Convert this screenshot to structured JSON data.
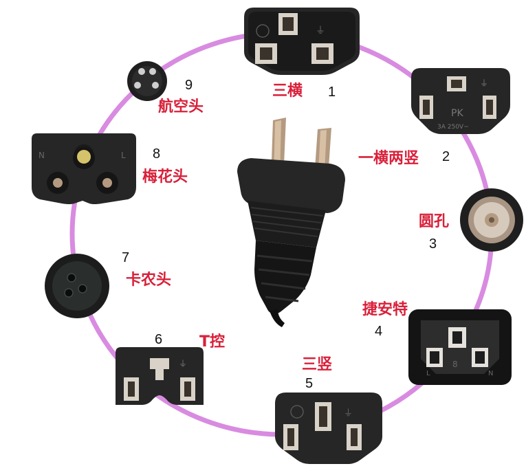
{
  "colors": {
    "ring": "#d88be0",
    "label": "#d9203a",
    "plug": "#262626",
    "plug_dark": "#141414",
    "pin": "#b49a80",
    "slot": "#d8d2c8"
  },
  "items": [
    {
      "number": "1",
      "label": "三横"
    },
    {
      "number": "2",
      "label": "一横两竖"
    },
    {
      "number": "3",
      "label": "圆孔"
    },
    {
      "number": "4",
      "label": "捷安特"
    },
    {
      "number": "5",
      "label": "三竖"
    },
    {
      "number": "6",
      "label": "T控"
    },
    {
      "number": "7",
      "label": "卡农头"
    },
    {
      "number": "8",
      "label": "梅花头"
    },
    {
      "number": "9",
      "label": "航空头"
    }
  ],
  "connector_marks": {
    "ground": "⏚",
    "neutral": "N",
    "line": "L",
    "brand": "PK",
    "rating": "3A 250V~"
  }
}
